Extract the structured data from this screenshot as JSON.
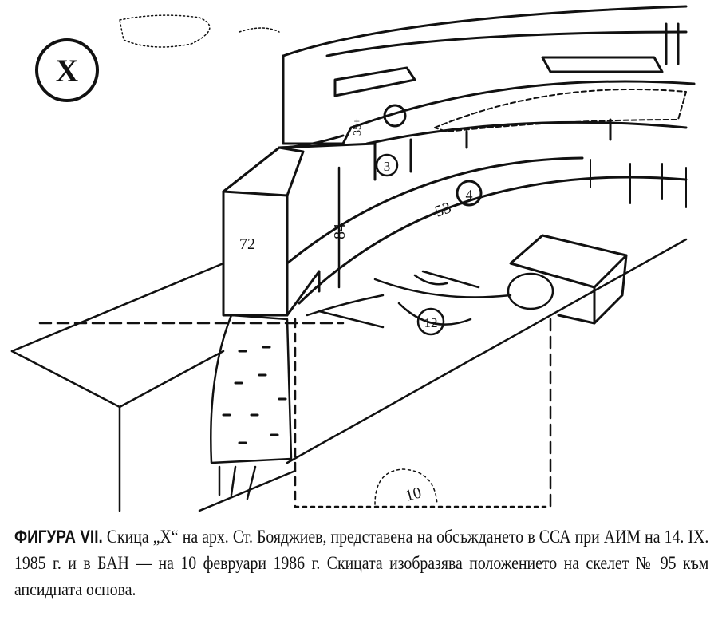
{
  "figure": {
    "sketch_labels": {
      "sketch_mark": "X",
      "height_upper": "35+",
      "circle_3": "3",
      "circle_4": "4",
      "arc_53": "53",
      "block_72": "72",
      "height_84": "84",
      "circle_skeleton": "12",
      "bottom_10": "10"
    },
    "caption": {
      "figure_number": "ФИГУРА VII.",
      "text": " Скица „X“ на арх. Ст. Бояджиев, представена на обсъждането в ССА при АИМ на 14. IX. 1985 г. и в БАН — на 10 февруари 1986 г. Скицата изобразява положението на скелет № 95 към апсидната основа."
    }
  }
}
